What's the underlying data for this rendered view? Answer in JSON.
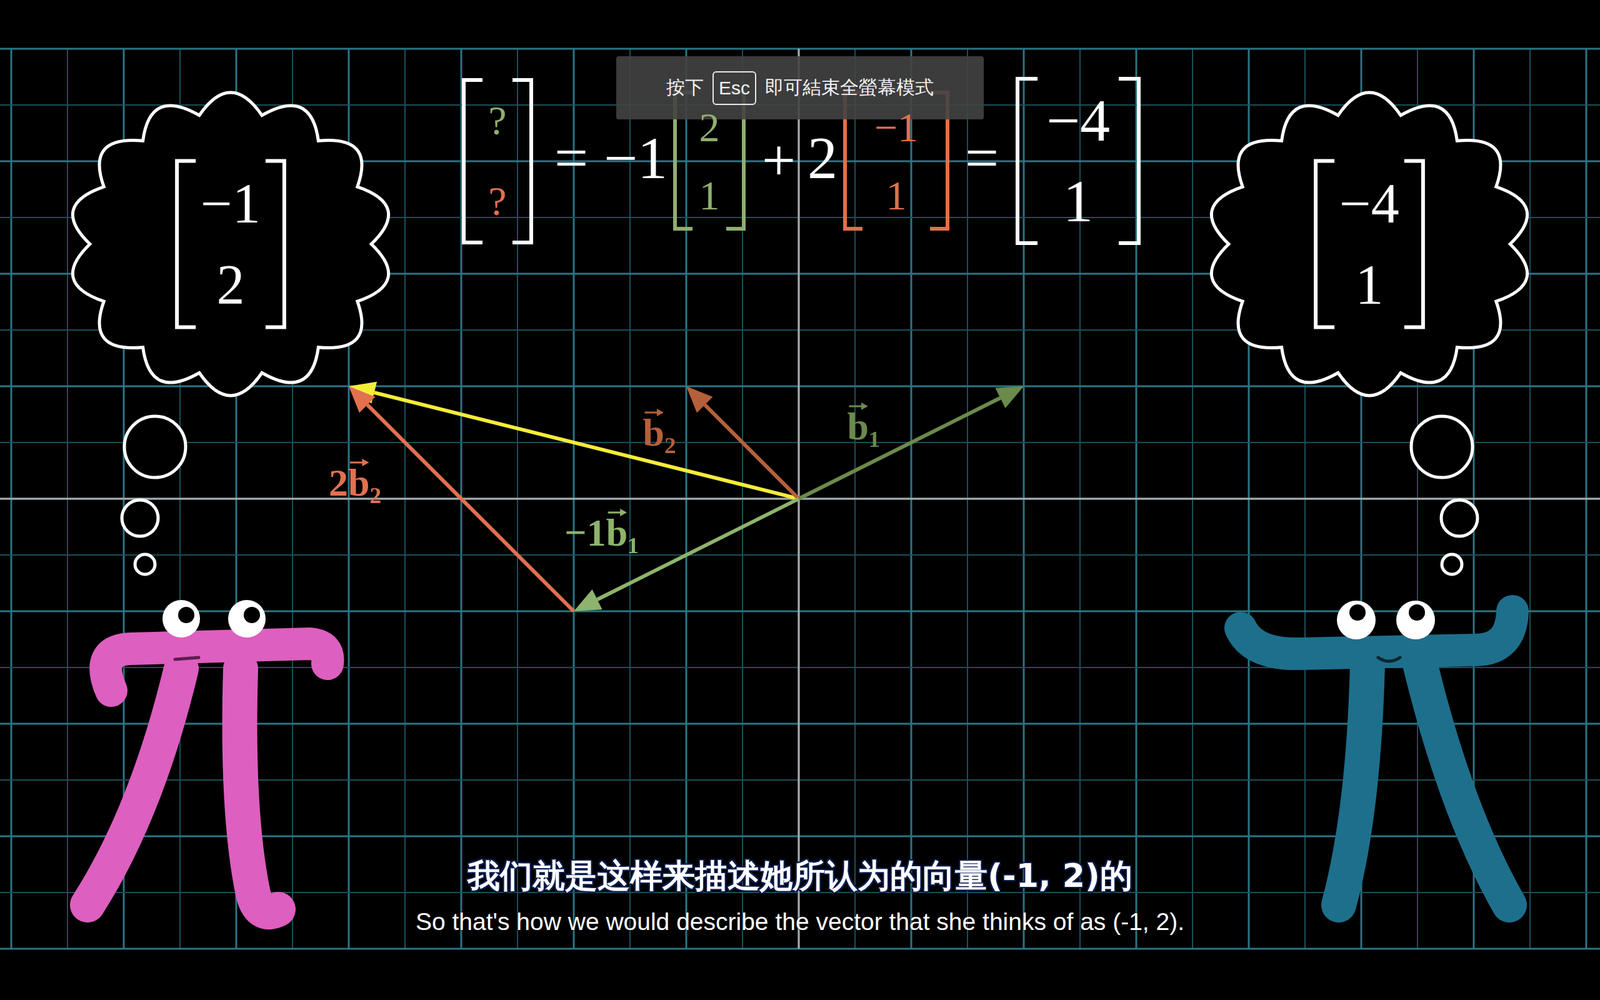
{
  "diagram": {
    "nodes": [
      {
        "text": [
          "按下",
          "即可結束全螢幕模式"
        ]
      },
      {
        "text": [
          "Esc"
        ],
        "in": 0
      },
      {
        "text": [
          "−1",
          "2"
        ]
      },
      {
        "text": [
          "−4",
          "1"
        ]
      }
    ],
    "labels": [
      "?",
      "?",
      "=",
      "−1",
      "2",
      "1",
      "+",
      "2",
      "−1",
      "1",
      "=",
      "−4",
      "1",
      "b₂",
      "b₁",
      "2b₂",
      "−1b₁",
      "我们就是这样来描述她所认为的向量(-1, 2)的",
      "So that's how we would describe the vector that she thinks of as (-1, 2)."
    ]
  }
}
